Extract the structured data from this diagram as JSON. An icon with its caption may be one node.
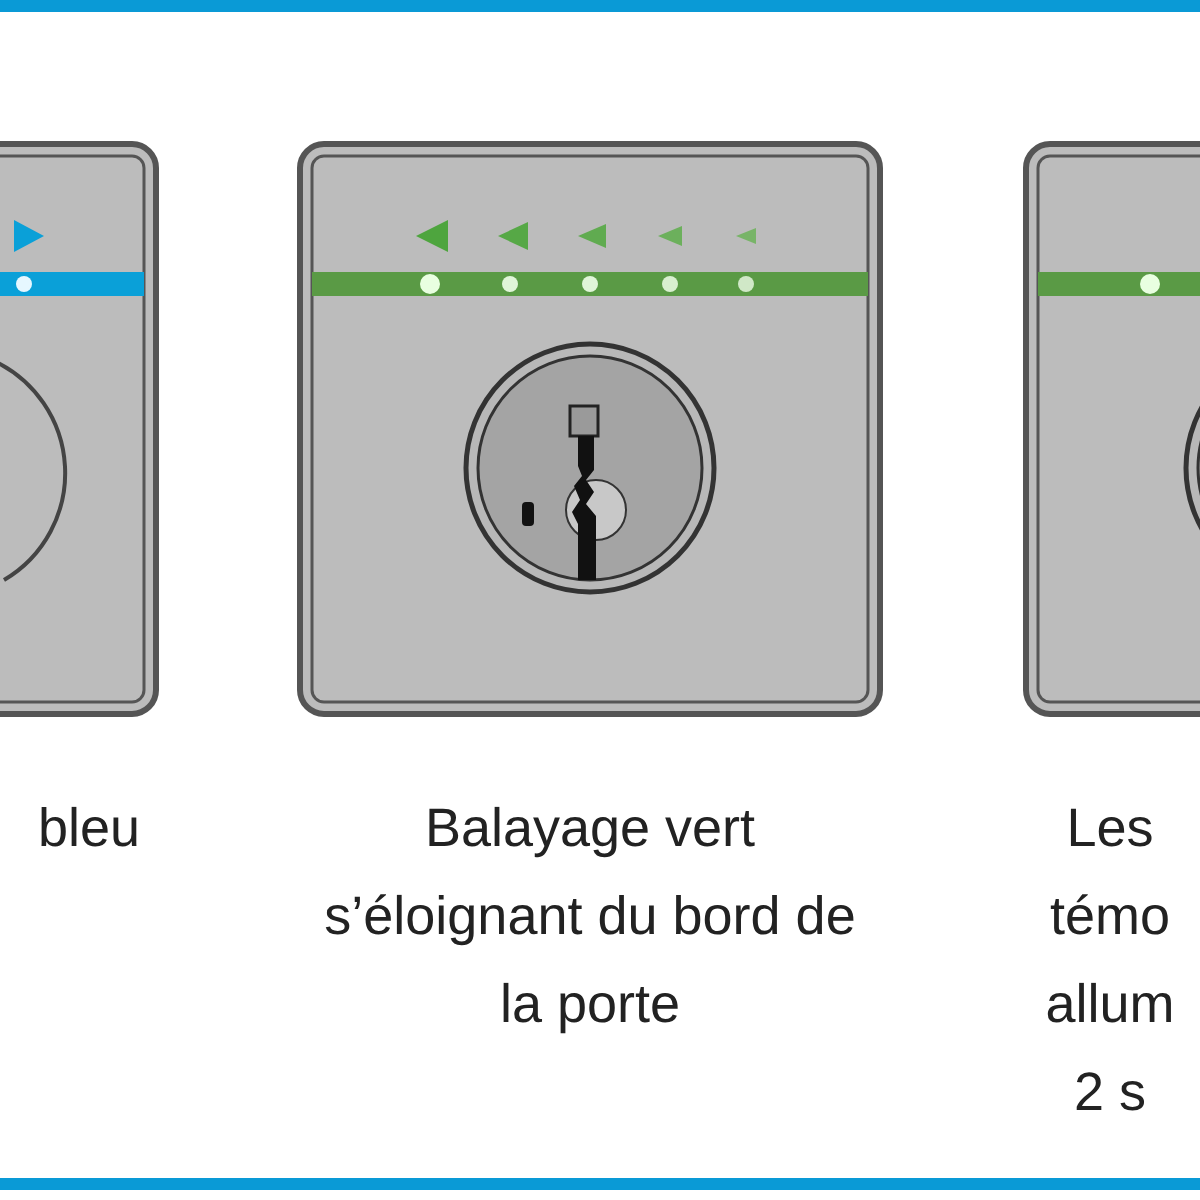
{
  "diagram": {
    "labels": [
      "bleu",
      "Balayage vert s’éloignant du bord de la porte",
      "Les témo allum 2 s"
    ]
  }
}
